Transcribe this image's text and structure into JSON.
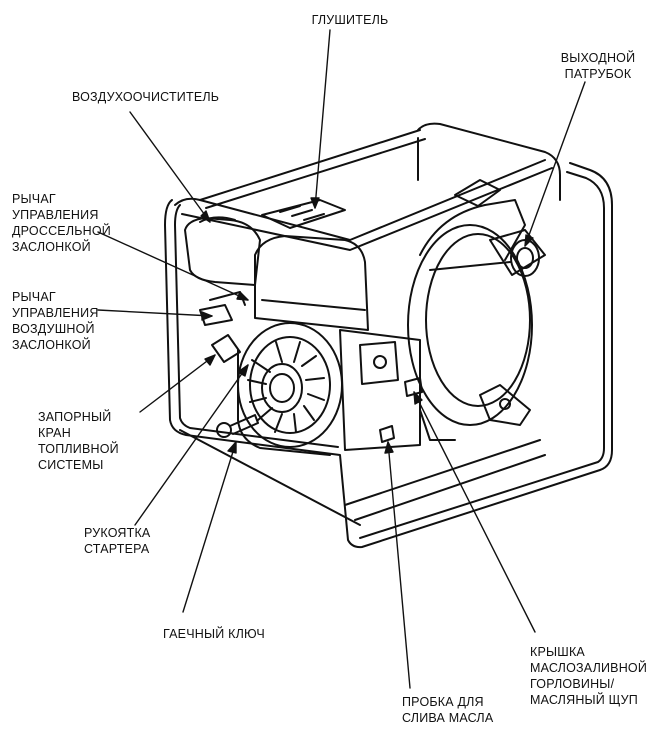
{
  "labels": {
    "muffler": "ГЛУШИТЕЛЬ",
    "outlet": "ВЫХОДНОЙ\nПАТРУБОК",
    "air_cleaner": "ВОЗДУХООЧИСТИТЕЛЬ",
    "throttle_lever": "РЫЧАГ\nУПРАВЛЕНИЯ\nДРОССЕЛЬНОЙ\nЗАСЛОНКОЙ",
    "choke_lever": "РЫЧАГ\nУПРАВЛЕНИЯ\nВОЗДУШНОЙ\nЗАСЛОНКОЙ",
    "fuel_valve": "ЗАПОРНЫЙ\nКРАН\nТОПЛИВНОЙ\nСИСТЕМЫ",
    "starter_grip": "РУКОЯТКА\nСТАРТЕРА",
    "wrench": "ГАЕЧНЫЙ КЛЮЧ",
    "oil_cap": "КРЫШКА\nМАСЛОЗАЛИВНОЙ\nГОРЛОВИНЫ/\nМАСЛЯНЫЙ ЩУП",
    "drain_plug": "ПРОБКА ДЛЯ\nСЛИВА МАСЛА"
  }
}
